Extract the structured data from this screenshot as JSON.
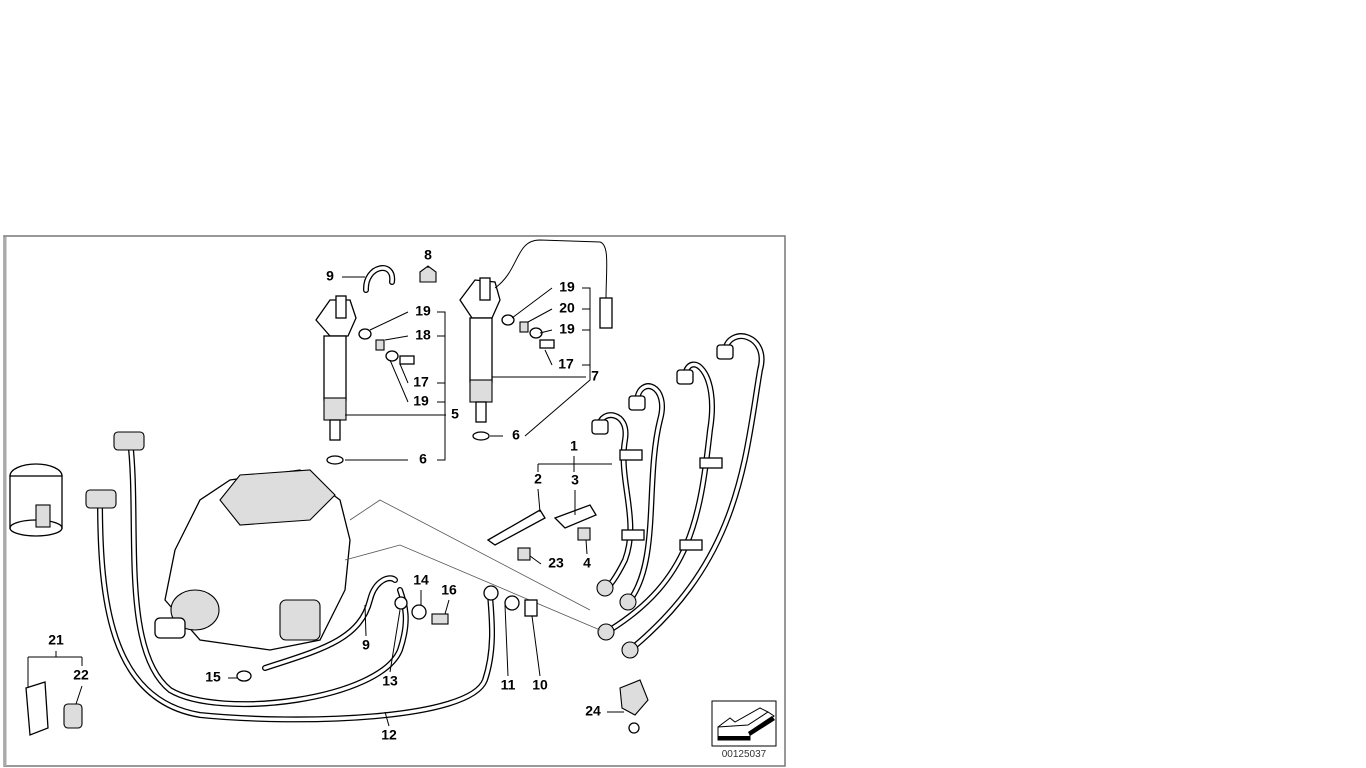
{
  "diagram": {
    "drawing_code": "00125037",
    "labels": [
      "9",
      "8",
      "19",
      "18",
      "17",
      "19",
      "5",
      "6",
      "19",
      "20",
      "19",
      "17",
      "7",
      "6",
      "1",
      "2",
      "3",
      "23",
      "4",
      "14",
      "16",
      "9",
      "15",
      "13",
      "11",
      "10",
      "21",
      "22",
      "24",
      "12"
    ]
  },
  "icons": {
    "direction_arrow": "arrow-down-left-icon"
  }
}
